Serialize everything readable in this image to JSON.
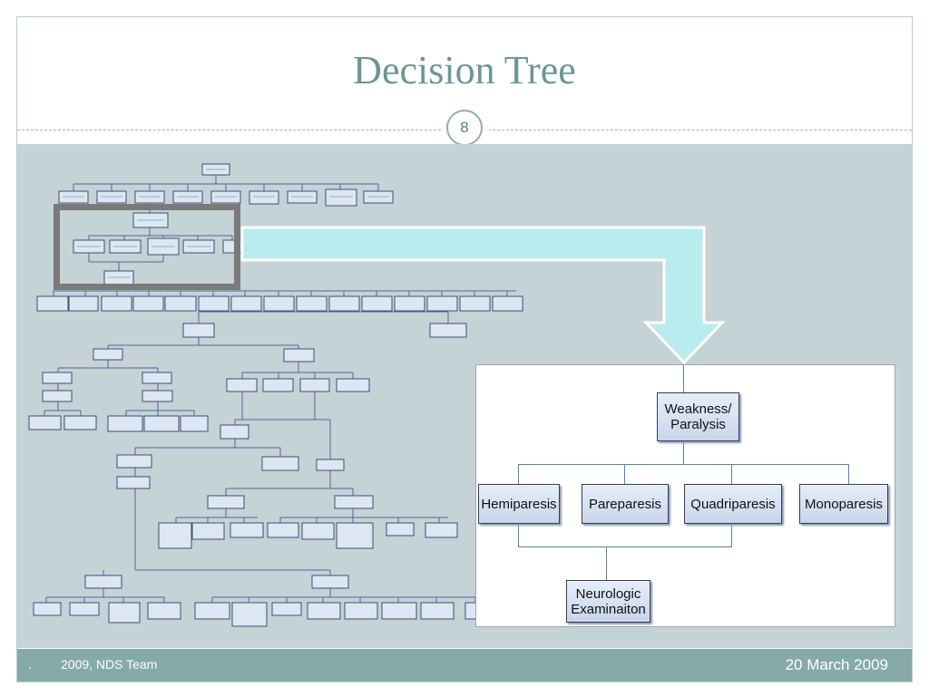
{
  "slide": {
    "title": "Decision Tree",
    "slide_number": "8",
    "footer_bullet": ".",
    "footer_left": "2009, NDS Team",
    "footer_right": "20 March 2009"
  },
  "colors": {
    "title": "#6d9696",
    "content_background": "#c5d2d6",
    "footer_background": "#86a9aa",
    "arrow_fill": "#b9ecee",
    "highlight_box": "#7a7a7a"
  },
  "zoom_tree": {
    "root": "Weakness/ Paralysis",
    "children": [
      "Hemiparesis",
      "Pareparesis",
      "Quadriparesis",
      "Monoparesis"
    ],
    "grandchild": "Neurologic Examinaiton"
  }
}
